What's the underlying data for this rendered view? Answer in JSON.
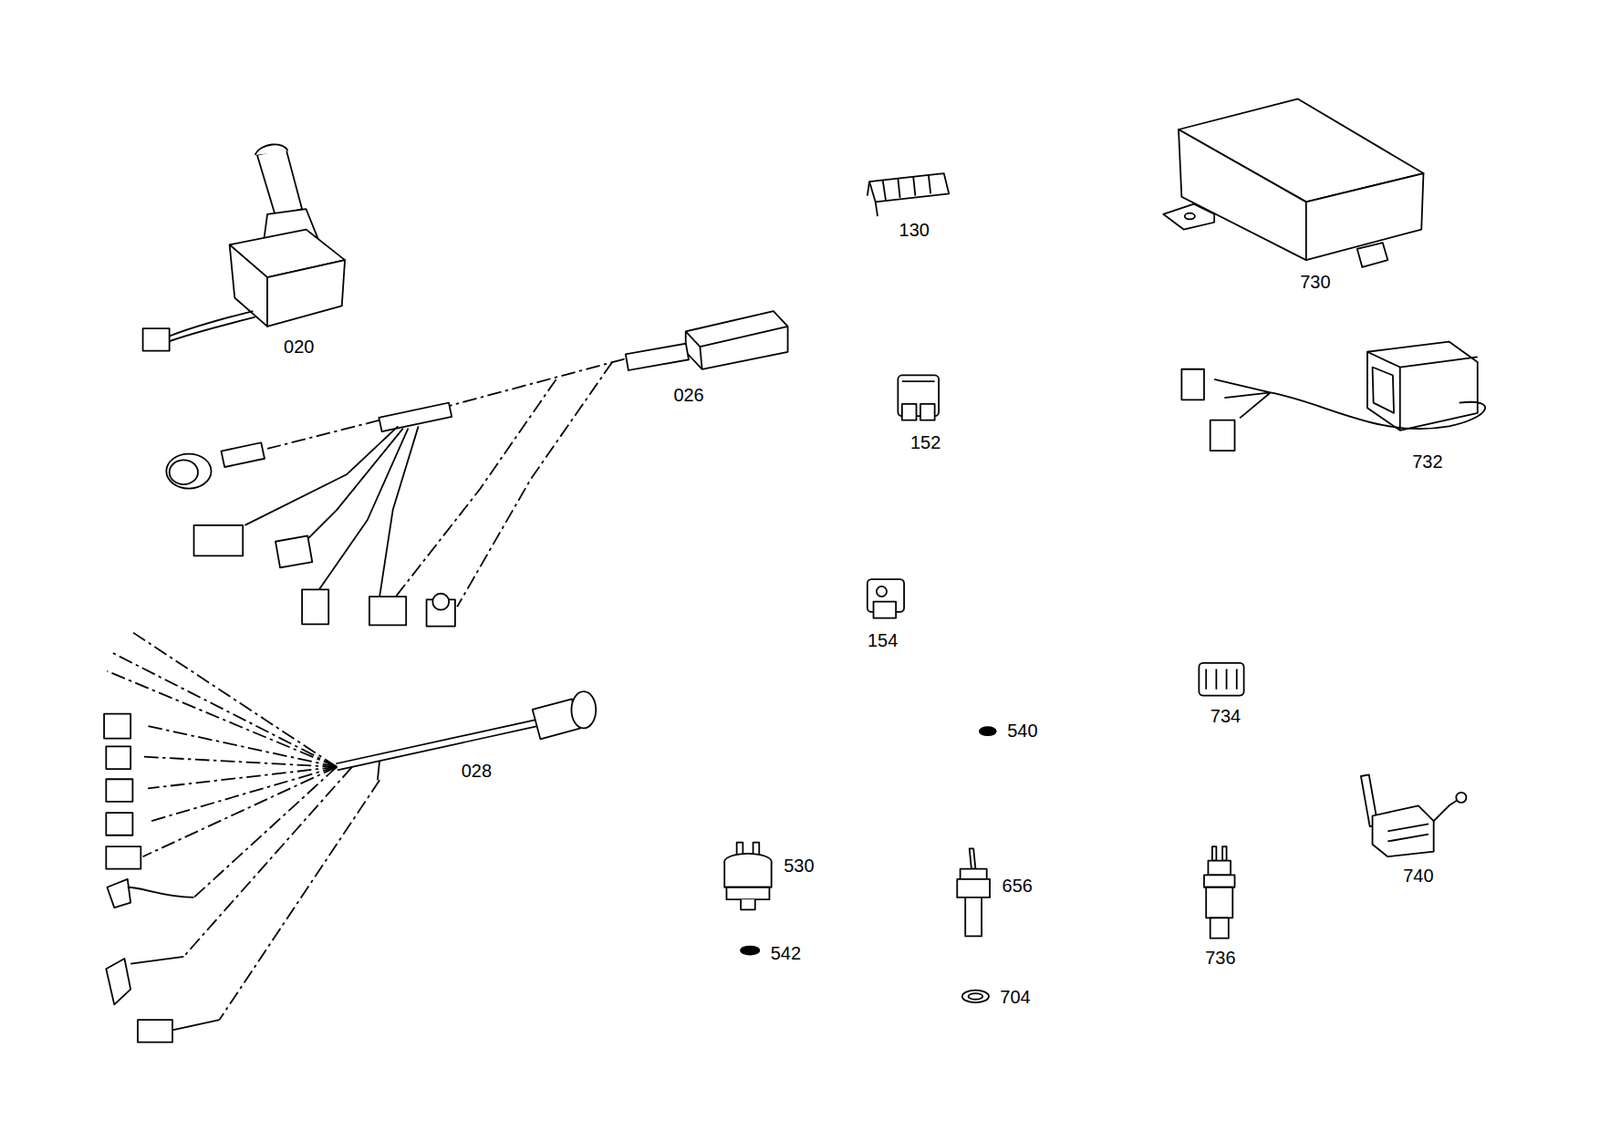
{
  "diagram": {
    "labels": [
      "020",
      "026",
      "028",
      "130",
      "152",
      "154",
      "540",
      "530",
      "542",
      "656",
      "704",
      "730",
      "732",
      "734",
      "736",
      "740"
    ]
  }
}
